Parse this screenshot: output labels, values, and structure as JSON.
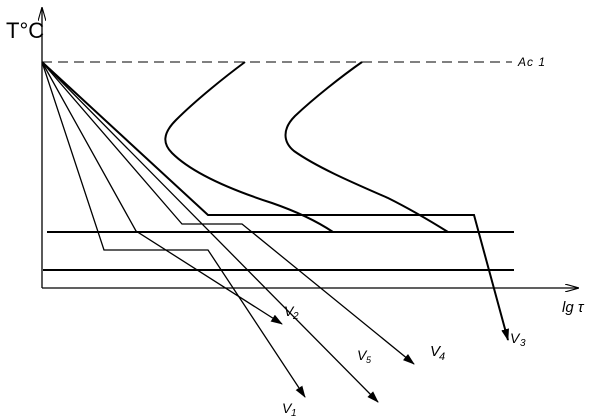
{
  "diagram": {
    "y_axis_label": "T°C",
    "x_axis_label": "lg τ",
    "isotherm_label": "Ac 1",
    "cooling_rates": [
      {
        "id": "v1",
        "label": "V",
        "sub": "1"
      },
      {
        "id": "v2",
        "label": "V",
        "sub": "2"
      },
      {
        "id": "v3",
        "label": "V",
        "sub": "3"
      },
      {
        "id": "v4",
        "label": "V",
        "sub": "4"
      },
      {
        "id": "v5",
        "label": "V",
        "sub": "5"
      }
    ]
  }
}
